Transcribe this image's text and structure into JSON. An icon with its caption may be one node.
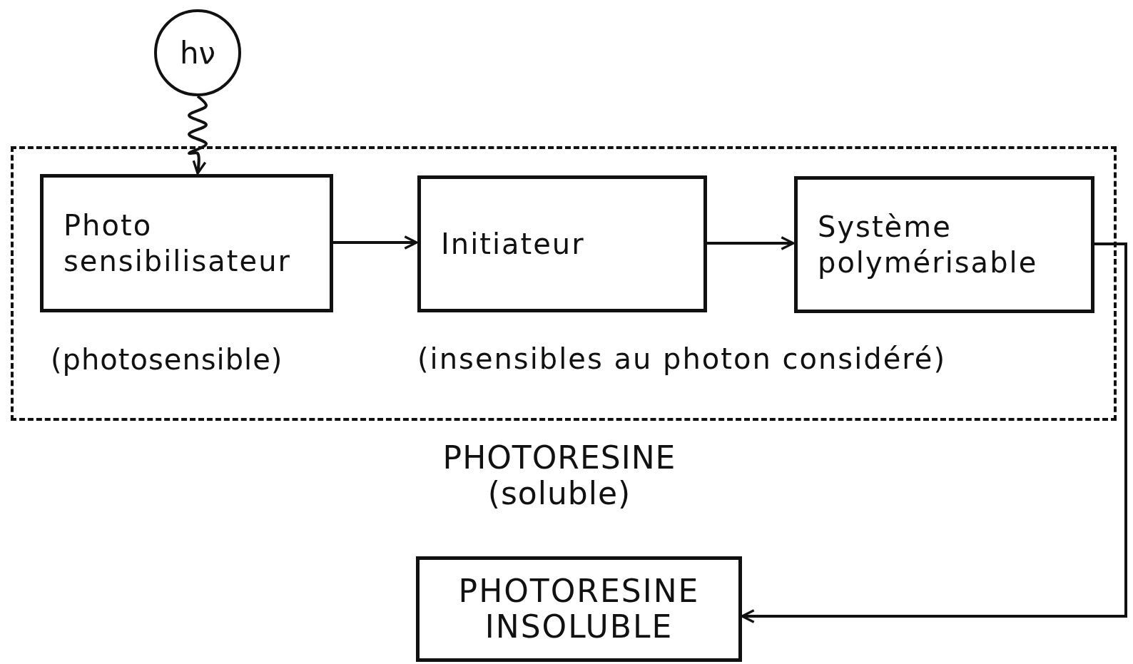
{
  "diagram": {
    "nodes": [
      {
        "text": [
          "hν"
        ]
      },
      {
        "text": [
          "PHOTORESINE (soluble)"
        ]
      },
      {
        "text": [
          "Photo sensibilisateur"
        ],
        "in": 1,
        "beside": [
          "(photosensible)"
        ]
      },
      {
        "text": [
          "Initiateur"
        ],
        "in": 1
      },
      {
        "text": [
          "Système polymérisable"
        ],
        "in": 1
      },
      {
        "text": [
          "PHOTORESINE INSOLUBLE"
        ]
      }
    ],
    "edges": [
      {
        "from": 0,
        "to": 2,
        "arrow": "to"
      },
      {
        "from": 2,
        "to": 3,
        "arrow": "to"
      },
      {
        "from": 3,
        "to": 4,
        "arrow": "to"
      },
      {
        "from": 4,
        "to": 5,
        "arrow": "to"
      }
    ],
    "labels": [
      "(insensibles au photon considéré)"
    ]
  }
}
